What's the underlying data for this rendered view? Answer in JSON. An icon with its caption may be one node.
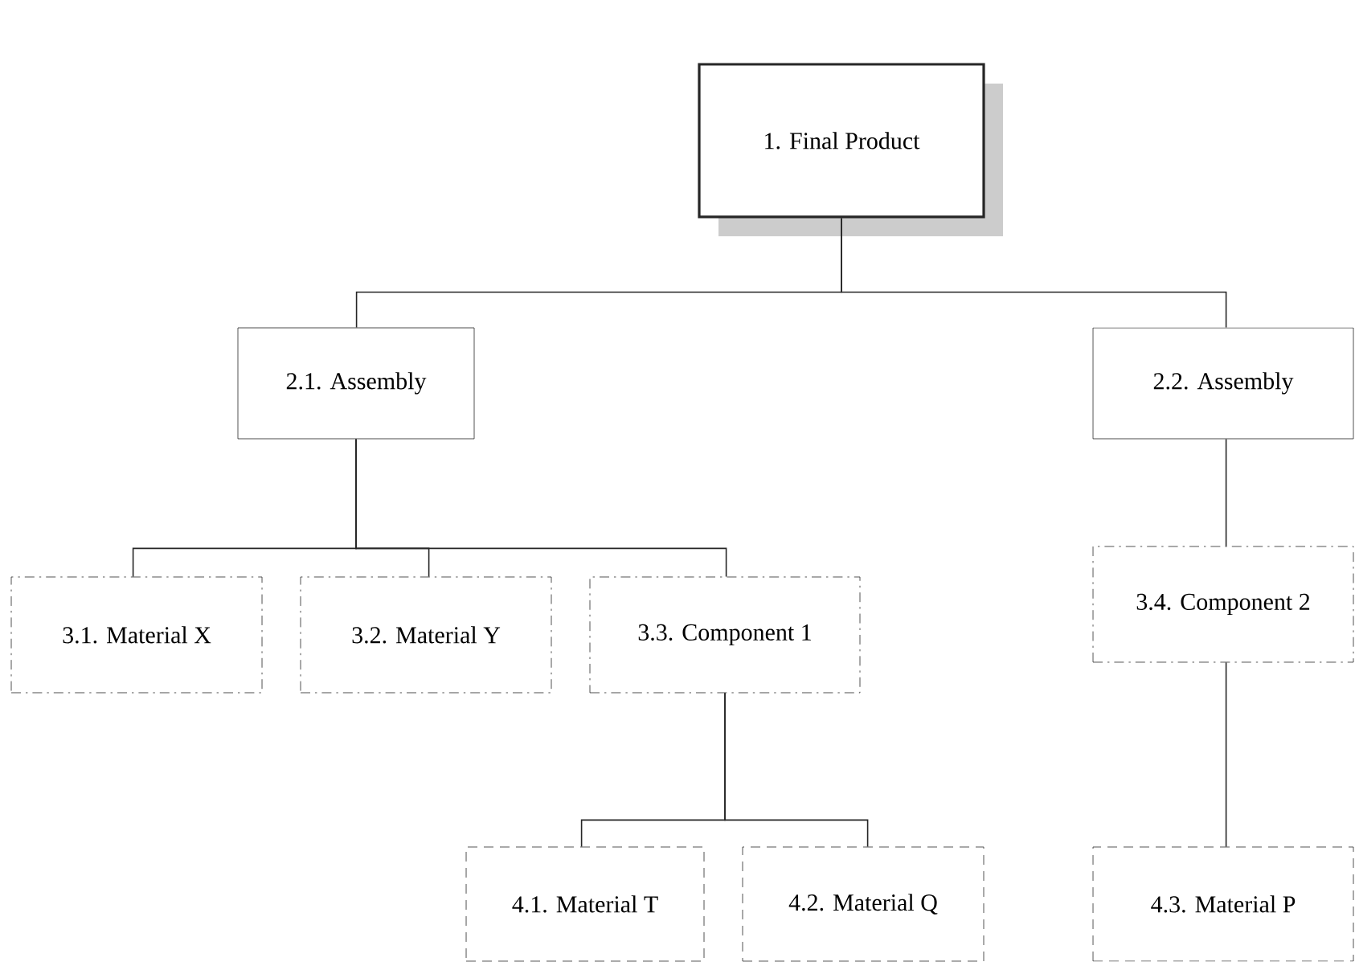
{
  "diagram": {
    "nodes": [
      {
        "text": [
          "1. Final Product"
        ]
      },
      {
        "text": [
          "2.1. Assembly"
        ]
      },
      {
        "text": [
          "2.2. Assembly"
        ]
      },
      {
        "text": [
          "3.1. Material X"
        ]
      },
      {
        "text": [
          "3.2. Material Y"
        ]
      },
      {
        "text": [
          "3.3. Component 1"
        ]
      },
      {
        "text": [
          "3.4. Component 2"
        ]
      },
      {
        "text": [
          "4.1. Material T"
        ]
      },
      {
        "text": [
          "4.2. Material Q"
        ]
      },
      {
        "text": [
          "4.3. Material P"
        ]
      }
    ],
    "edges": [
      {
        "from": 0,
        "to": 1,
        "arrow": "none"
      },
      {
        "from": 0,
        "to": 2,
        "arrow": "none"
      },
      {
        "from": 1,
        "to": 3,
        "arrow": "none"
      },
      {
        "from": 1,
        "to": 4,
        "arrow": "none"
      },
      {
        "from": 1,
        "to": 5,
        "arrow": "none"
      },
      {
        "from": 2,
        "to": 6,
        "arrow": "none"
      },
      {
        "from": 5,
        "to": 7,
        "arrow": "none"
      },
      {
        "from": 5,
        "to": 8,
        "arrow": "none"
      },
      {
        "from": 6,
        "to": 9,
        "arrow": "none"
      }
    ]
  }
}
